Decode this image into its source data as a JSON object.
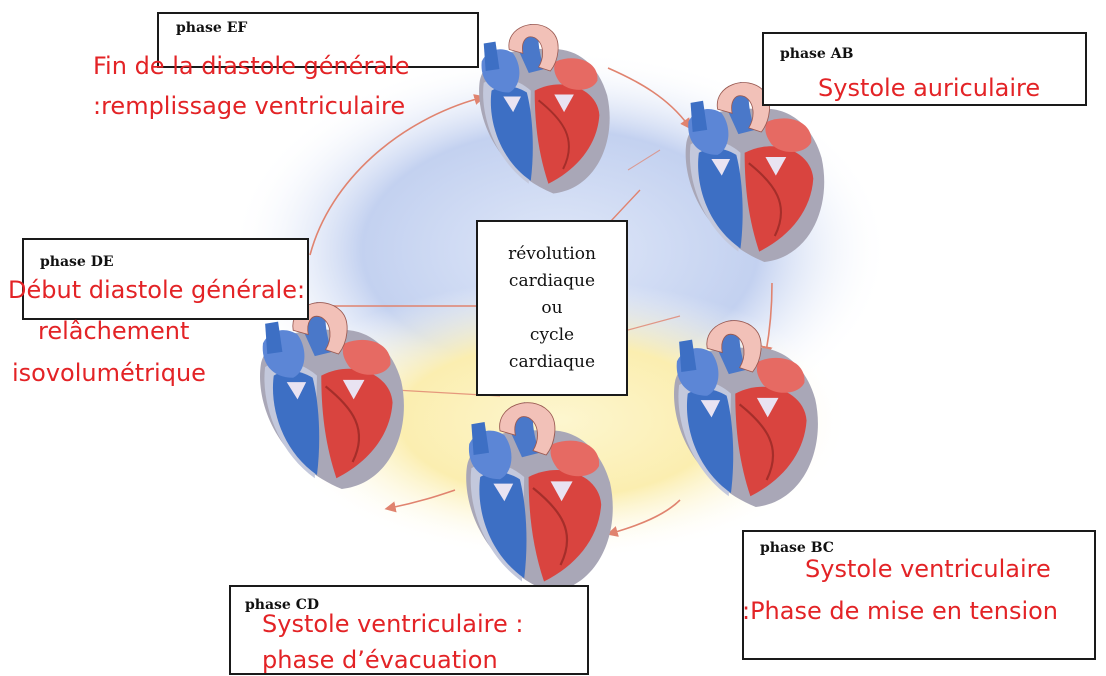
{
  "center": {
    "lines": [
      "révolution",
      "cardiaque",
      "ou",
      "cycle",
      "cardiaque"
    ]
  },
  "phases": {
    "ef": {
      "label": "phase EF",
      "description": [
        "Fin de la diastole générale",
        ":remplissage ventriculaire"
      ]
    },
    "ab": {
      "label": "phase AB",
      "description": [
        "Systole auriculaire"
      ]
    },
    "bc": {
      "label": "phase BC",
      "description": [
        "Systole ventriculaire",
        ":Phase de mise en tension"
      ]
    },
    "cd": {
      "label": "phase CD",
      "description": [
        "Systole ventriculaire :",
        "phase d’évacuation"
      ]
    },
    "de": {
      "label": "phase DE",
      "description": [
        "Début diastole générale:",
        "relâchement",
        "isovolumétrique"
      ]
    }
  },
  "colors": {
    "annotation": "#e32326",
    "arrow": "#e0836f",
    "venous_blue": "#3d6fc4",
    "arterial_red": "#d9443f",
    "atrium_pink": "#f2c1b8",
    "outer_tissue": "#a9a7b7",
    "glow_blue": "#b9c9ec",
    "glow_yellow": "#fbefb0"
  },
  "icons": [
    "heart-illustration",
    "cycle-arrow"
  ]
}
